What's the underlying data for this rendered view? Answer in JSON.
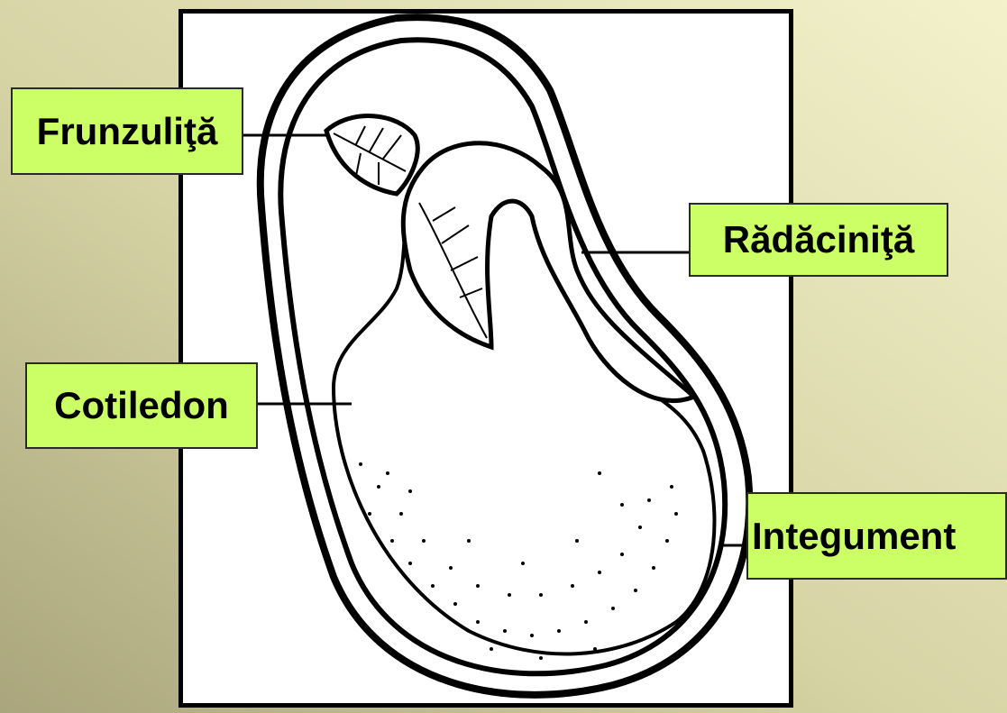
{
  "diagram": {
    "labels": {
      "frunzulita": "Frunzuliţă",
      "radacinita": "Rădăciniţă",
      "cotiledon": "Cotiledon",
      "integument": "Integument"
    }
  }
}
